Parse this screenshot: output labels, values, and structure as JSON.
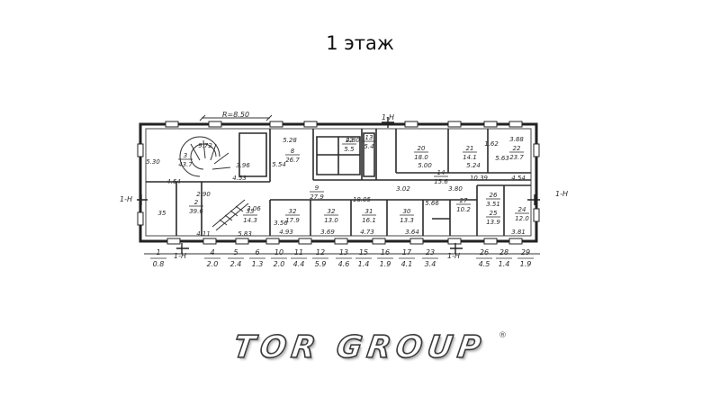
{
  "title": "1 этаж",
  "logo": {
    "text": "TOR GROUP",
    "mark": "®"
  },
  "plan": {
    "radius_label": "R=8.50",
    "section_labels": [
      "1-H",
      "1-H",
      "1-H",
      "1-H",
      "1-H",
      "1-H"
    ],
    "rooms": [
      {
        "n": "3",
        "area": "43.7"
      },
      {
        "n": "2",
        "area": "39.6"
      },
      {
        "n": "8",
        "area": "26.7"
      },
      {
        "n": "20",
        "area": "18.0"
      },
      {
        "n": "21",
        "area": "14.1"
      },
      {
        "n": "22",
        "area": "23.7"
      },
      {
        "n": "9",
        "area": "27.9"
      },
      {
        "n": "12",
        "area": "5.5"
      },
      {
        "n": "13",
        "area": "5.4"
      },
      {
        "n": "14",
        "area": "15.6"
      },
      {
        "n": "33",
        "area": "14.3"
      },
      {
        "n": "32",
        "area": "17.9"
      },
      {
        "n": "32",
        "area": "13.0"
      },
      {
        "n": "31",
        "area": "16.1"
      },
      {
        "n": "30",
        "area": "13.3"
      },
      {
        "n": "27",
        "area": "10.2"
      },
      {
        "n": "26",
        "area": "3.51"
      },
      {
        "n": "25",
        "area": "13.9"
      },
      {
        "n": "24",
        "area": "12.0"
      },
      {
        "n": "35",
        "area": ""
      }
    ],
    "dims": [
      "9.72",
      "5.28",
      "4.80",
      "3.88",
      "5.30",
      "4.64",
      "2.90",
      "3.96",
      "4.53",
      "5.54",
      "5.00",
      "5.24",
      "5.63",
      "3.02",
      "18.05",
      "3.80",
      "10.39",
      "4.54",
      "3.06",
      "3.56",
      "4.93",
      "3.69",
      "4.73",
      "3.64",
      "4.11",
      "5.83",
      "1.62",
      "3.81",
      "5.66"
    ],
    "bottom_strip": [
      {
        "n": "1",
        "area": "0.8"
      },
      {
        "n": "4",
        "area": "2.0"
      },
      {
        "n": "5",
        "area": "2.4"
      },
      {
        "n": "6",
        "area": "1.3"
      },
      {
        "n": "10",
        "area": "2.0"
      },
      {
        "n": "11",
        "area": "4.4"
      },
      {
        "n": "12",
        "area": "5.9"
      },
      {
        "n": "13",
        "area": "4.6"
      },
      {
        "n": "15",
        "area": "1.4"
      },
      {
        "n": "16",
        "area": "1.9"
      },
      {
        "n": "17",
        "area": "4.1"
      },
      {
        "n": "23",
        "area": "3.4"
      },
      {
        "n": "26",
        "area": "4.5"
      },
      {
        "n": "28",
        "area": "1.4"
      },
      {
        "n": "29",
        "area": "1.9"
      }
    ]
  }
}
